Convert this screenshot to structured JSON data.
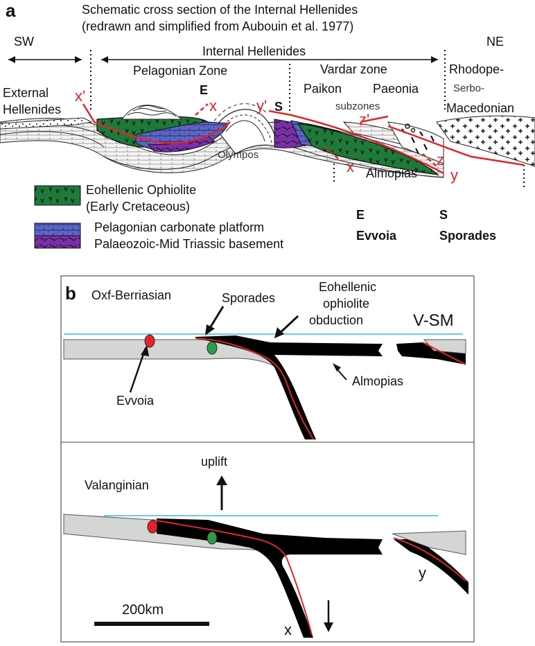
{
  "panel_a": {
    "letter": "a",
    "title_line1": "Schematic cross section of the Internal Hellenides",
    "title_line2": "(redrawn and simplified from Aubouin et al. 1977)",
    "sw": "SW",
    "ne": "NE",
    "internal_hellenides": "Internal Hellenides",
    "external_line1": "External",
    "external_line2": "Hellenides",
    "pelagonian_zone": "Pelagonian Zone",
    "vardar_zone": "Vardar zone",
    "paikon": "Paikon",
    "paeonia": "Paeonia",
    "subzones": "subzones",
    "rhodope": "Rhodope-",
    "serbo": "Serbo-",
    "macedonian": "Macedonian",
    "olympos": "Olympos",
    "almopias": "Almopias",
    "e_mark": "E",
    "s_mark": "S",
    "x_prime": "x'",
    "x_mark": "x",
    "y_prime": "y'",
    "z_prime": "z'",
    "x_lower": "x",
    "z_lower": "z",
    "y_lower": "y",
    "legend": {
      "ophiolite_line1": "Eohellenic Ophiolite",
      "ophiolite_line2": "(Early Cretaceous)",
      "carbonate_line1": "Pelagonian carbonate platform",
      "carbonate_line2": "Palaeozoic-Mid Triassic basement",
      "e_abbr": "E",
      "e_name": "Evvoia",
      "s_abbr": "S",
      "s_name": "Sporades"
    },
    "colors": {
      "ophiolite": "#1f7a3a",
      "carbonate": "#5560c8",
      "basement": "#7a2fa8",
      "trace": "#e0262b"
    }
  },
  "panel_b": {
    "letter": "b",
    "stage1": "Oxf-Berriasian",
    "stage2": "Valanginian",
    "sporades": "Sporades",
    "eohellenic_line1": "Eohellenic",
    "eohellenic_line2": "ophiolite",
    "eohellenic_line3": "obduction",
    "vsm": "V-SM",
    "evvoia": "Evvoia",
    "almopias": "Almopias",
    "uplift": "uplift",
    "scale": "200km",
    "x_mark": "x",
    "y_mark": "y",
    "colors": {
      "sea": "#6ec9e0",
      "plate": "#d4d6d3",
      "slab": "#000000",
      "fault": "#e0262b",
      "evvoia_dot": "#e0262b",
      "sporades_dot": "#2e9a4a"
    }
  }
}
